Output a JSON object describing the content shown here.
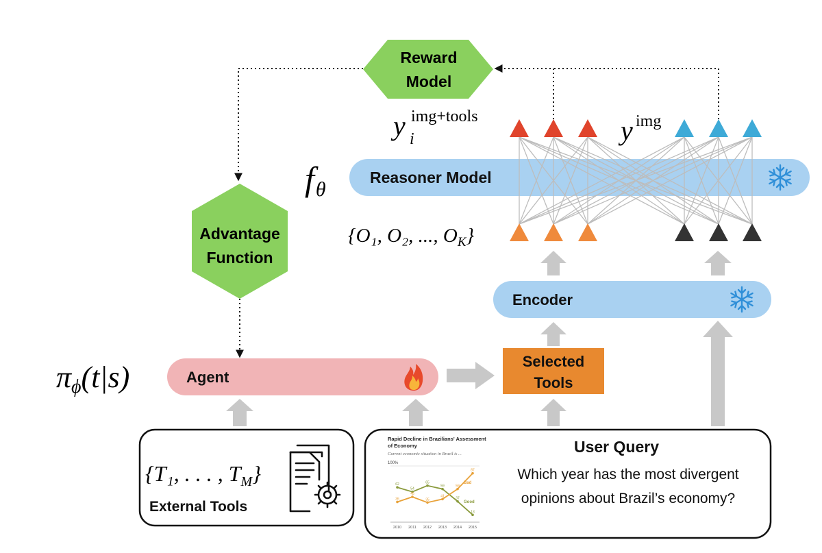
{
  "reward_model": {
    "line1": "Reward",
    "line2": "Model"
  },
  "advantage": {
    "line1": "Advantage",
    "line2": "Function"
  },
  "reasoner": {
    "label": "Reasoner Model",
    "symbol_base": "f",
    "symbol_sub": "θ",
    "state": "frozen"
  },
  "encoder": {
    "label": "Encoder",
    "state": "frozen"
  },
  "agent": {
    "label": "Agent",
    "state": "trainable",
    "policy_pi": "π",
    "policy_sub": "ϕ",
    "policy_args": "(t|s)"
  },
  "selected_tools": {
    "line1": "Selected",
    "line2": "Tools"
  },
  "outputs": {
    "tools_base": "y",
    "tools_sub": "i",
    "tools_sup": "img+tools",
    "img_base": "y",
    "img_sup": "img"
  },
  "observations": {
    "text": "{O₁, O₂, ..., O",
    "sub": "K",
    "close": "}"
  },
  "external_tools": {
    "set_text": "{T₁, . . . , T",
    "set_sub": "M",
    "set_close": "}",
    "label": "External Tools",
    "icon": "document-gear-icon"
  },
  "user_query": {
    "title": "User Query",
    "line1": "Which year has the most divergent",
    "line2": "opinions about Brazil’s economy?"
  },
  "thumbnail": {
    "title1": "Rapid Decline in Brazilians' Assessment",
    "title2": "of Economy",
    "subtitle": "Current economic situation in Brazil is ...",
    "ytick": "100%",
    "label_bad": "Bad",
    "label_good": "Good",
    "years": [
      "2010",
      "2011",
      "2012",
      "2013",
      "2014",
      "2015"
    ],
    "good_values": [
      62,
      54,
      65,
      59,
      37,
      13
    ],
    "bad_values": [
      36,
      45,
      35,
      41,
      59,
      87
    ],
    "colors": {
      "good": "#8a9a3c",
      "bad": "#e8a23a"
    }
  },
  "colors": {
    "green": "#8ad05e",
    "blue_bar": "#a9d1f1",
    "pink_bar": "#f1b4b6",
    "orange_box": "#e8892f",
    "red_tri": "#e0442c",
    "cyan_tri": "#3eaad7",
    "orange_tri": "#ef8a3c",
    "dark_tri": "#333333",
    "arrow_gray": "#c8c8c8",
    "snowflake": "#2f8fd8"
  }
}
